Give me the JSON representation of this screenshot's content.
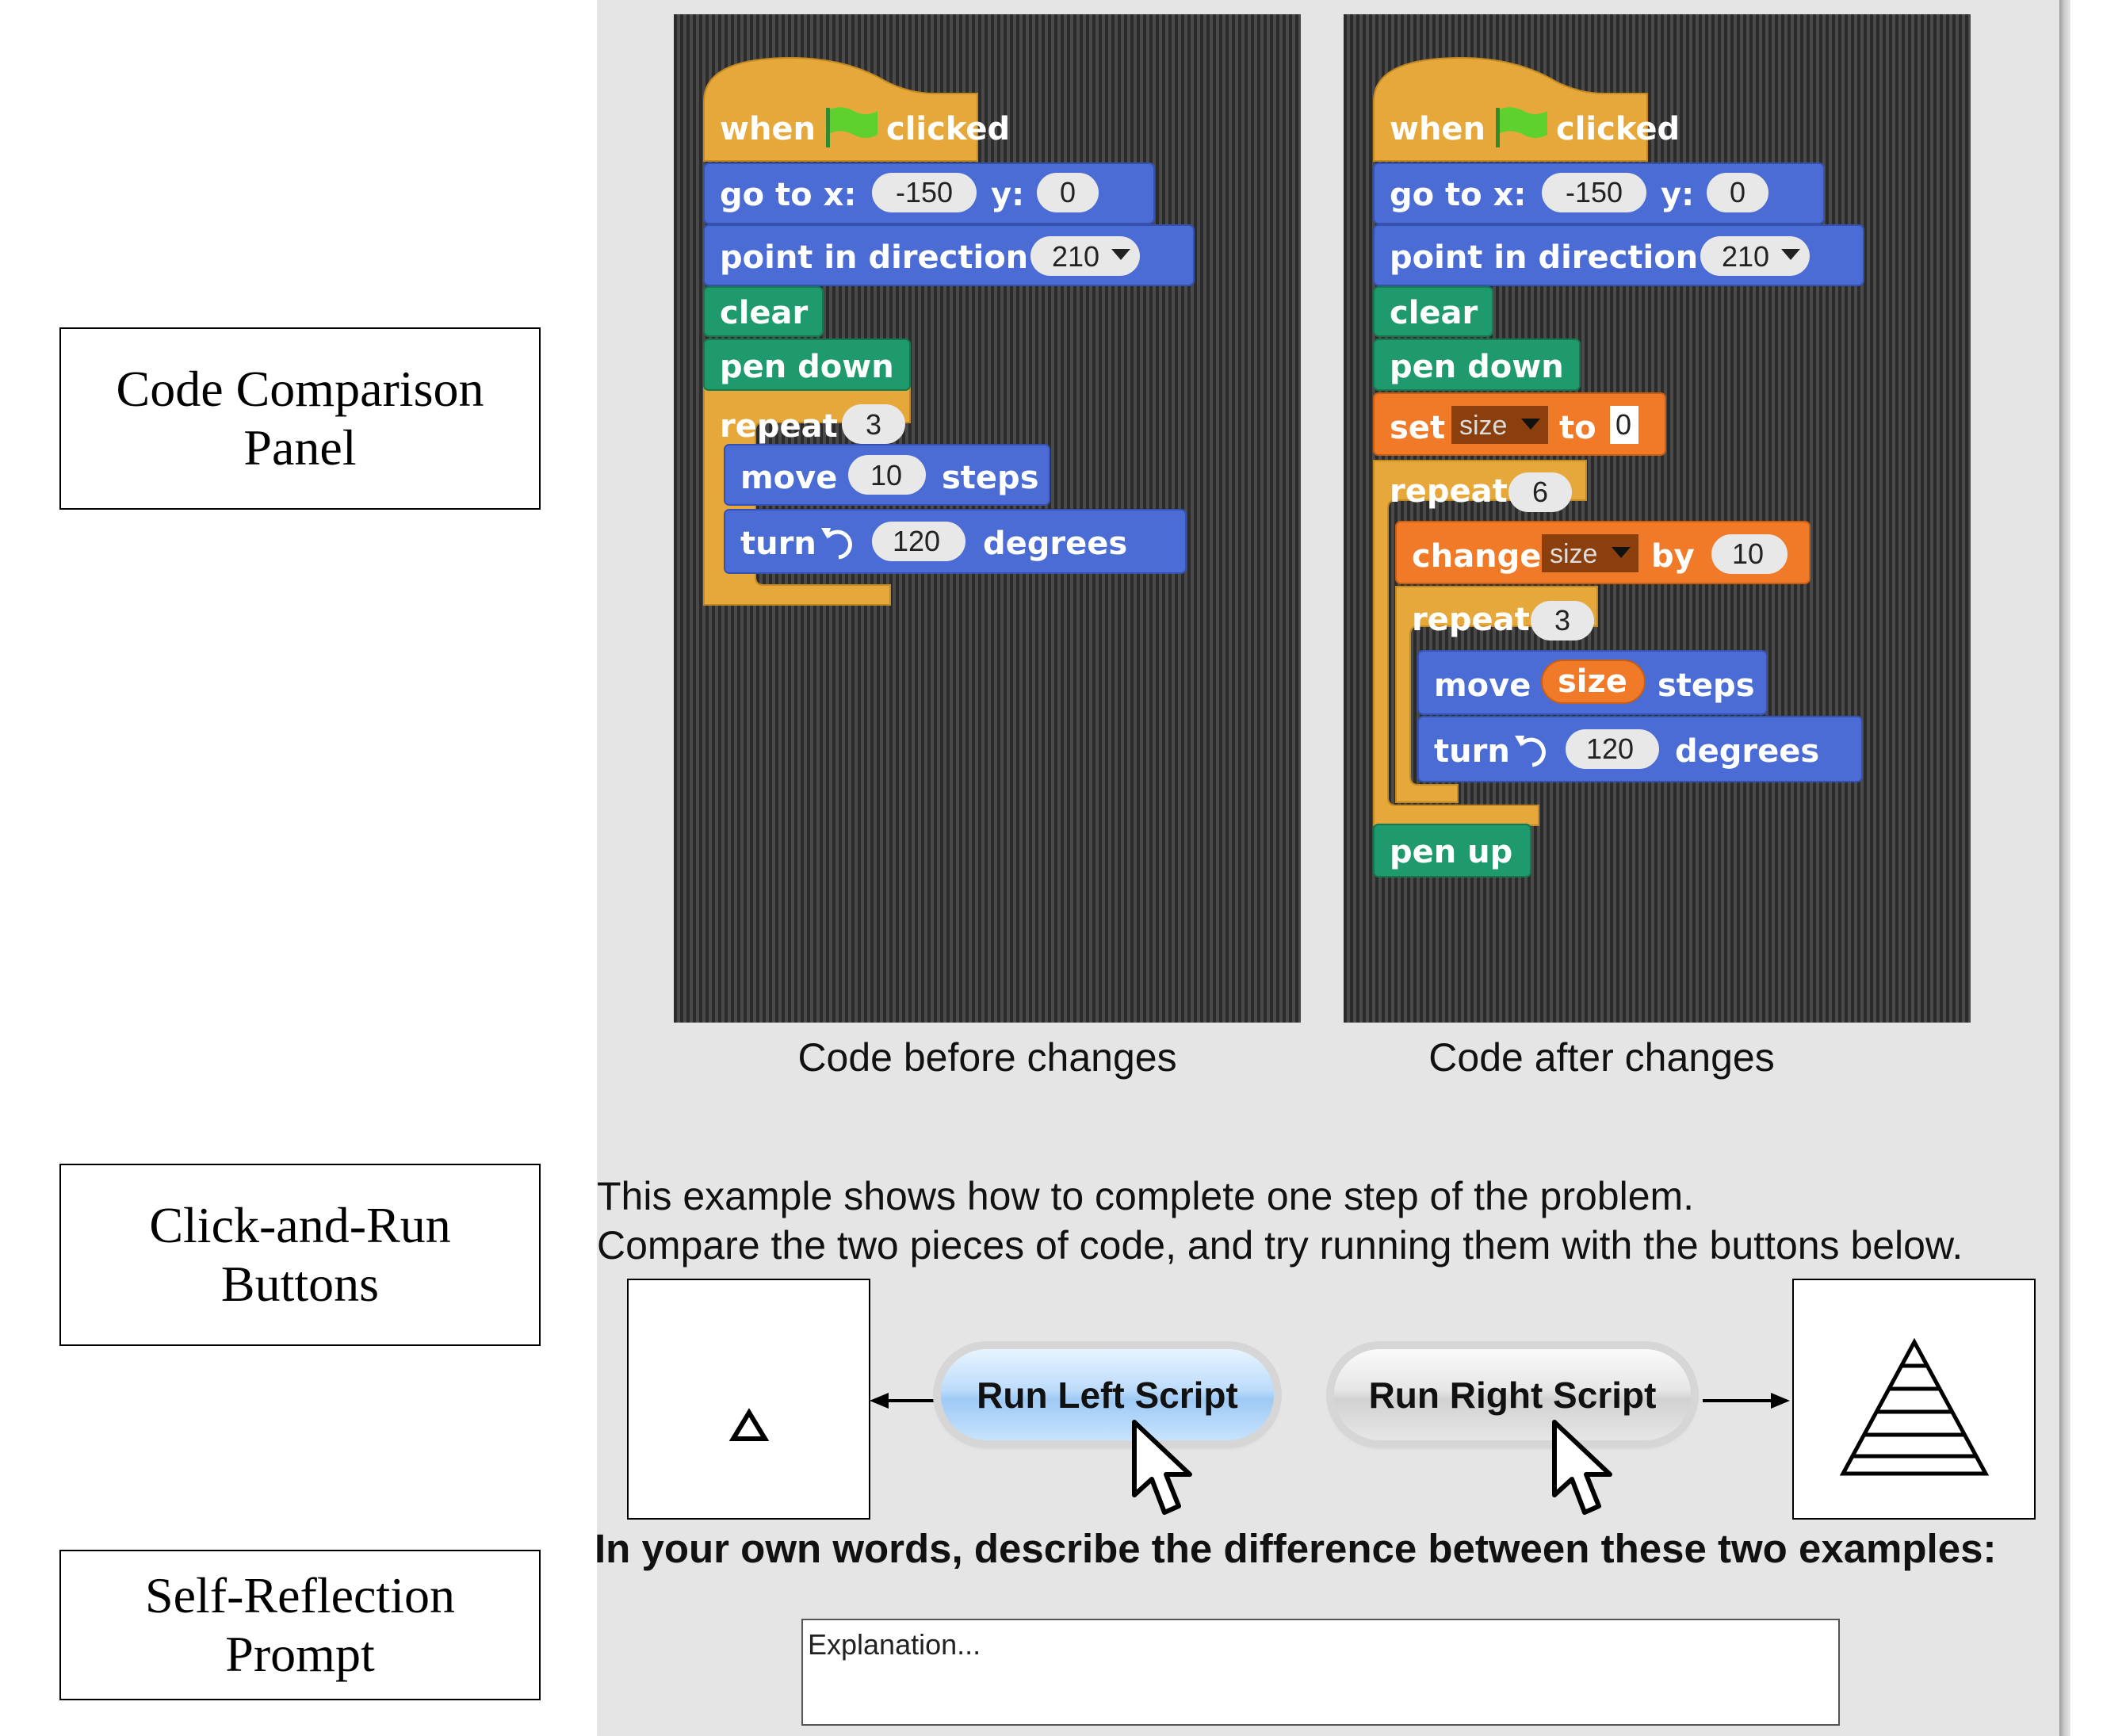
{
  "labels": {
    "code_comparison": [
      "Code Comparison",
      "Panel"
    ],
    "click_and_run": [
      "Click-and-Run",
      "Buttons"
    ],
    "self_reflection": [
      "Self-Reflection",
      "Prompt"
    ]
  },
  "scripts": {
    "left_caption": "Code before changes",
    "right_caption": "Code after changes",
    "left": {
      "hat": [
        "when",
        "clicked"
      ],
      "goto": [
        "go to x:",
        "-150",
        "y:",
        "0"
      ],
      "point": [
        "point in direction",
        "210"
      ],
      "clear": "clear",
      "pen_down": "pen down",
      "repeat": [
        "repeat",
        "3"
      ],
      "move": [
        "move",
        "10",
        "steps"
      ],
      "turn": [
        "turn",
        "120",
        "degrees"
      ]
    },
    "right": {
      "hat": [
        "when",
        "clicked"
      ],
      "goto": [
        "go to x:",
        "-150",
        "y:",
        "0"
      ],
      "point": [
        "point in direction",
        "210"
      ],
      "clear": "clear",
      "pen_down": "pen down",
      "set": [
        "set",
        "size",
        "to",
        "0"
      ],
      "repeat_outer": [
        "repeat",
        "6"
      ],
      "change": [
        "change",
        "size",
        "by",
        "10"
      ],
      "repeat_inner": [
        "repeat",
        "3"
      ],
      "move": [
        "move",
        "size",
        "steps"
      ],
      "turn": [
        "turn",
        "120",
        "degrees"
      ],
      "pen_up": "pen up"
    }
  },
  "instructions": {
    "line1": "This example shows how to complete one step of the problem.",
    "line2": "Compare the two pieces of code, and try running them with the buttons below."
  },
  "buttons": {
    "run_left": "Run Left Script",
    "run_right": "Run Right Script"
  },
  "prompt": "In your own words, describe the difference between these two examples:",
  "explanation_placeholder": "Explanation...",
  "colors": {
    "control": "#e6a83a",
    "motion": "#4a6cd4",
    "pen": "#1f9a6c",
    "variables": "#f07a27",
    "panel_bg": "#e5e5e5"
  }
}
